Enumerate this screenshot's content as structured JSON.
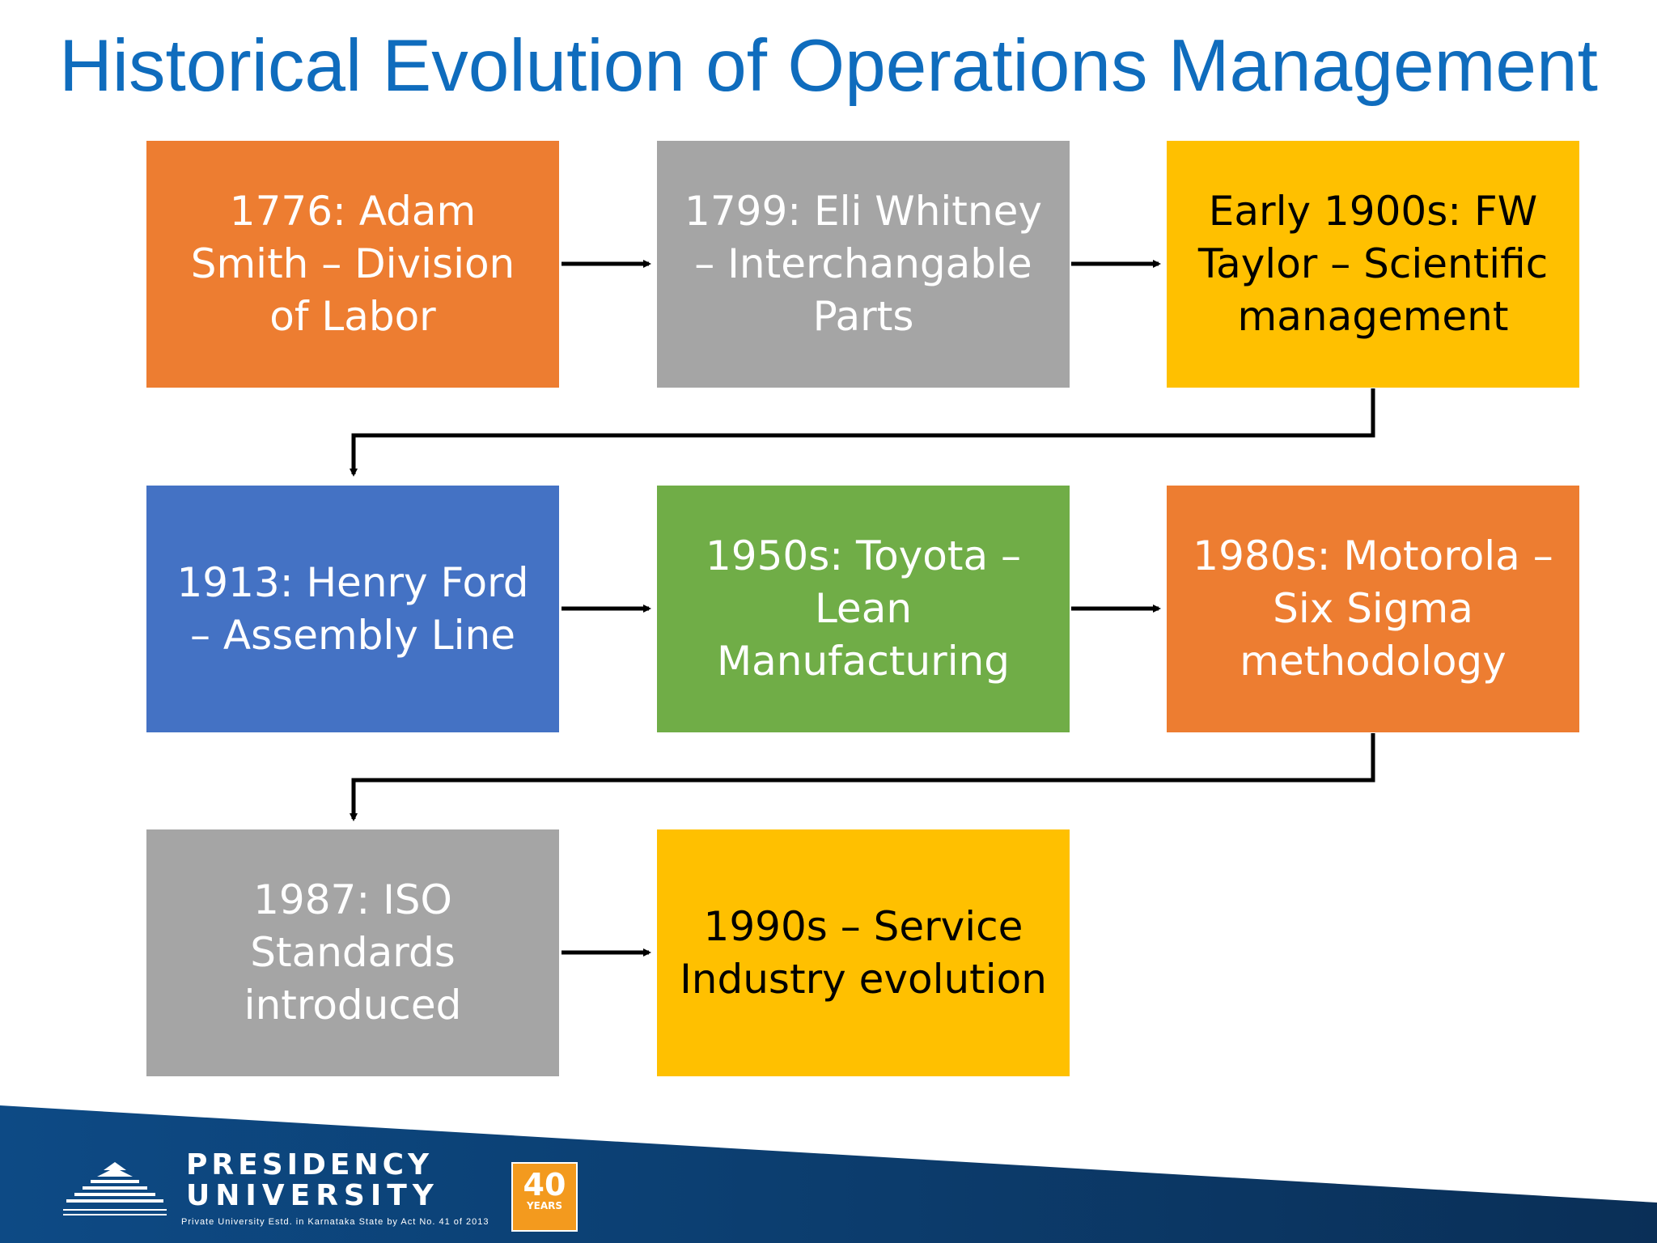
{
  "title": "Historical Evolution of Operations Management",
  "boxes": [
    {
      "id": "box-1776",
      "text": "1776: Adam\nSmith – Division\nof Labor",
      "color": "#ED7D31"
    },
    {
      "id": "box-1799",
      "text": "1799: Eli Whitney\n– Interchangable\nParts",
      "color": "#A5A5A5"
    },
    {
      "id": "box-1900s",
      "text": "Early 1900s: FW\nTaylor – Scientific\nmanagement",
      "color": "#FFC000"
    },
    {
      "id": "box-1913",
      "text": "1913: Henry Ford\n– Assembly Line",
      "color": "#4472C4"
    },
    {
      "id": "box-1950s",
      "text": "1950s: Toyota –\nLean\nManufacturing",
      "color": "#70AD47"
    },
    {
      "id": "box-1980s",
      "text": "1980s: Motorola –\nSix Sigma\nmethodology",
      "color": "#ED7D31"
    },
    {
      "id": "box-1987",
      "text": "1987: ISO\nStandards\nintroduced",
      "color": "#A5A5A5"
    },
    {
      "id": "box-1990s",
      "text": "1990s – Service\nIndustry evolution",
      "color": "#FFC000"
    }
  ],
  "footer": {
    "university_line1": "PRESIDENCY",
    "university_line2": "UNIVERSITY",
    "tagline": "Private University Estd. in Karnataka State by Act No. 41 of 2013",
    "badge_number": "40",
    "badge_text": "YEARS",
    "band_color": "#0c3d6e"
  }
}
